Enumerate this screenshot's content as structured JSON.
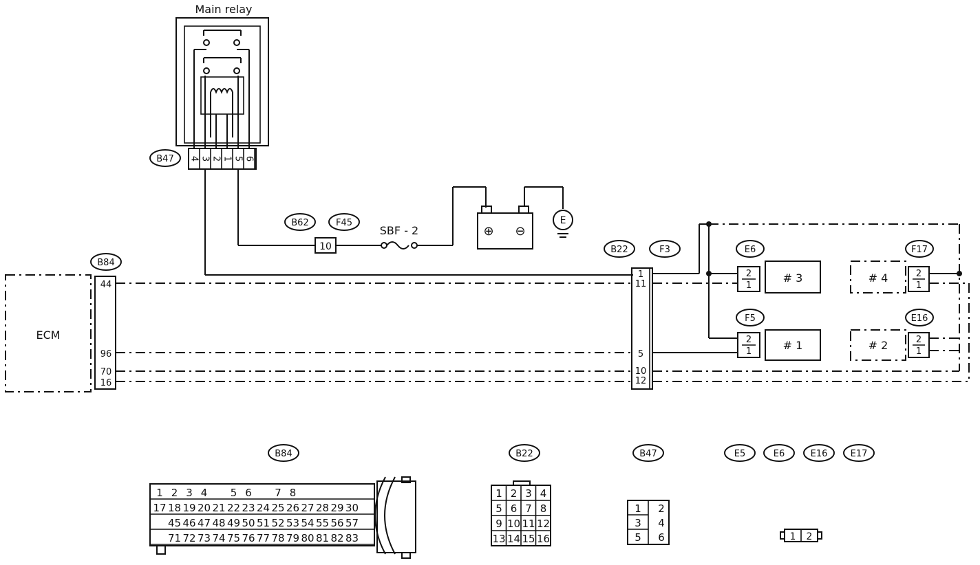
{
  "relay": {
    "title": "Main relay",
    "connector": "B47",
    "pins": [
      "4",
      "3",
      "2",
      "1",
      "5",
      "6"
    ]
  },
  "ecm": {
    "label": "ECM",
    "connector": "B84",
    "pins": [
      "44",
      "96",
      "70",
      "16"
    ]
  },
  "fuse": {
    "label": "SBF - 2",
    "connector_a": "B62",
    "connector_b": "F45",
    "pin": "10"
  },
  "battery": {
    "pos": "⊕",
    "neg": "⊖",
    "ground": "E"
  },
  "harness": {
    "connector_a": "B22",
    "connector_b": "F3",
    "pins": [
      "1",
      "11",
      "5",
      "10",
      "12"
    ]
  },
  "injectors": [
    {
      "connector": "E6",
      "label": "# 3",
      "pins": [
        "2",
        "1"
      ]
    },
    {
      "connector": "F17",
      "label": "# 4",
      "pins": [
        "2",
        "1"
      ]
    },
    {
      "connector": "F5",
      "label": "# 1",
      "pins": [
        "2",
        "1"
      ]
    },
    {
      "connector": "E16",
      "label": "# 2",
      "pins": [
        "2",
        "1"
      ]
    }
  ],
  "legend": {
    "b84": {
      "label": "B84",
      "row1": [
        "1",
        "2",
        "3",
        "4",
        "",
        "5",
        "6",
        "",
        "7",
        "8"
      ],
      "row2": [
        "17",
        "18",
        "19",
        "20",
        "21",
        "22",
        "23",
        "24",
        "25",
        "26",
        "27",
        "28",
        "29",
        "30"
      ],
      "row3": [
        "45",
        "46",
        "47",
        "48",
        "49",
        "50",
        "51",
        "52",
        "53",
        "54",
        "55",
        "56",
        "57"
      ],
      "row4": [
        "71",
        "72",
        "73",
        "74",
        "75",
        "76",
        "77",
        "78",
        "79",
        "80",
        "81",
        "82",
        "83"
      ]
    },
    "b22": {
      "label": "B22",
      "rows": [
        [
          "1",
          "2",
          "3",
          "4"
        ],
        [
          "5",
          "6",
          "7",
          "8"
        ],
        [
          "9",
          "10",
          "11",
          "12"
        ],
        [
          "13",
          "14",
          "15",
          "16"
        ]
      ]
    },
    "b47": {
      "label": "B47",
      "rows": [
        [
          "1",
          "2"
        ],
        [
          "3",
          "4"
        ],
        [
          "5",
          "6"
        ]
      ]
    },
    "injector_connectors": {
      "labels": [
        "E5",
        "E6",
        "E16",
        "E17"
      ],
      "pins": [
        "1",
        "2"
      ]
    }
  }
}
